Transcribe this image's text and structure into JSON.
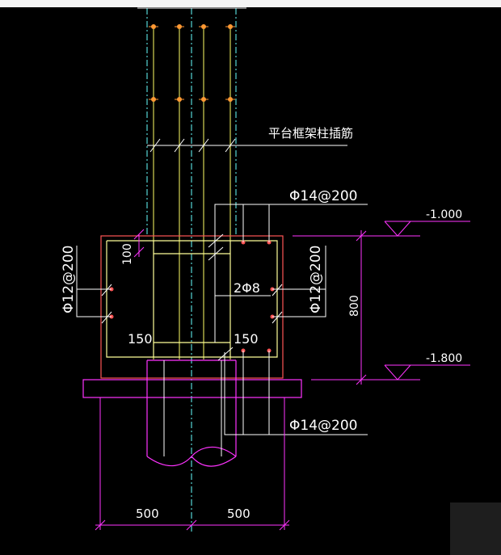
{
  "labels": {
    "insert_bars": "平台框架柱插筋",
    "top_rebar": "Φ14@200",
    "bottom_rebar": "Φ14@200",
    "left_rebar": "Φ12@200",
    "right_rebar": "Φ12@200",
    "stirrup_pair": "2Φ8",
    "dim_cover": "100",
    "dim_left_inner": "150",
    "dim_right_inner": "150",
    "elev_top": "-1.000",
    "elev_bottom": "-1.800",
    "dim_height": "800",
    "dim_left_base": "500",
    "dim_right_base": "500"
  },
  "colors": {
    "background": "#000000",
    "column_bars": "#ffff66",
    "markers": "#ff9933",
    "concrete_outline": "#ff5555",
    "dimension": "#ff33ff",
    "inner_cage": "#ffff99",
    "centerline": "#66ffff",
    "leader": "#ffffff"
  }
}
